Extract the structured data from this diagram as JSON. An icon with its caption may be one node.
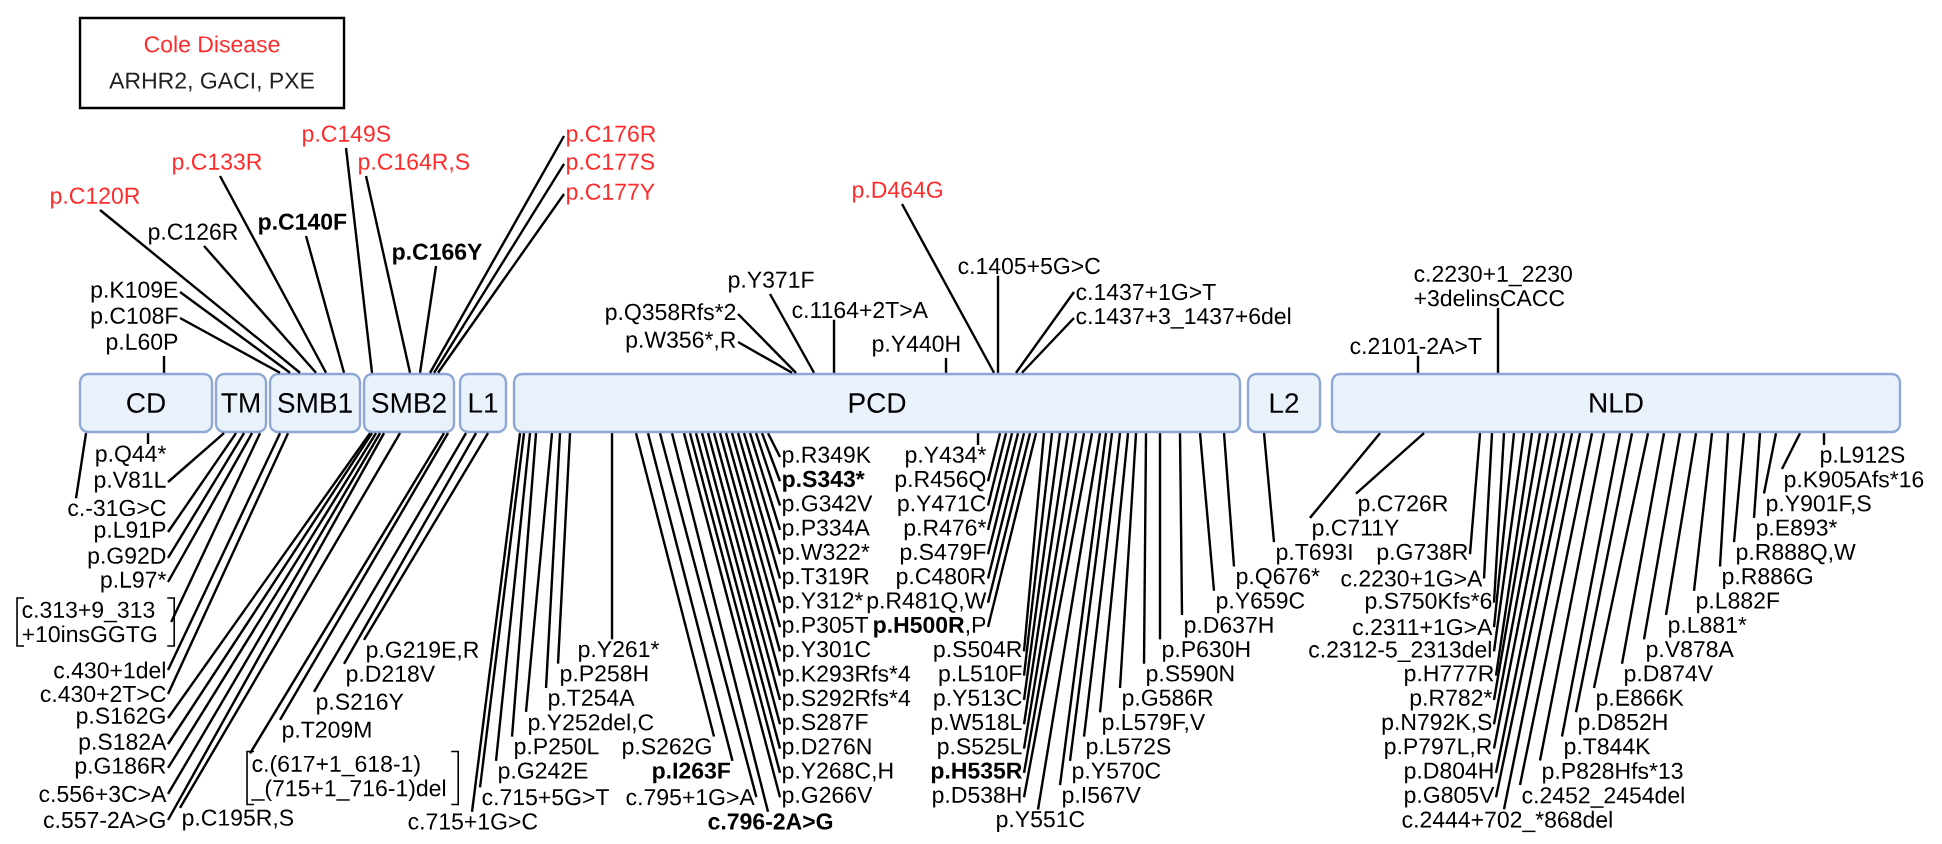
{
  "diagram": {
    "nodes": [
      {
        "text": [
          "CD"
        ]
      },
      {
        "text": [
          "TM"
        ]
      },
      {
        "text": [
          "SMB1"
        ]
      },
      {
        "text": [
          "SMB2"
        ]
      },
      {
        "text": [
          "L1"
        ]
      },
      {
        "text": [
          "PCD"
        ]
      },
      {
        "text": [
          "L2"
        ]
      },
      {
        "text": [
          "NLD"
        ]
      },
      {
        "text": [
          "p.C120R"
        ]
      },
      {
        "text": [
          "p.C133R"
        ]
      },
      {
        "text": [
          "p.C149S"
        ]
      },
      {
        "text": [
          "p.C164R,S"
        ]
      },
      {
        "text": [
          "p.C176R"
        ]
      },
      {
        "text": [
          "p.C177S"
        ]
      },
      {
        "text": [
          "p.C177Y"
        ]
      },
      {
        "text": [
          "p.C126R"
        ]
      },
      {
        "text": [
          "p.C140F"
        ]
      },
      {
        "text": [
          "p.C166Y"
        ]
      },
      {
        "text": [
          "p.K109E"
        ]
      },
      {
        "text": [
          "p.C108F"
        ]
      },
      {
        "text": [
          "p.L60P"
        ]
      },
      {
        "text": [
          "p.D464G"
        ]
      },
      {
        "text": [
          "p.Y371F"
        ]
      },
      {
        "text": [
          "c.1405+5G>C"
        ]
      },
      {
        "text": [
          "c.1437+1G>T"
        ]
      },
      {
        "text": [
          "p.Q358Rfs*2"
        ]
      },
      {
        "text": [
          "c.1164+2T>A"
        ]
      },
      {
        "text": [
          "c.1437+3_1437+6del"
        ]
      },
      {
        "text": [
          "c.2230+1_2230 +3delinsCACC"
        ]
      },
      {
        "text": [
          "p.W356*,R"
        ]
      },
      {
        "text": [
          "p.Y440H"
        ]
      },
      {
        "text": [
          "c.2101-2A>T"
        ]
      },
      {
        "text": [
          "p.Q44*"
        ]
      },
      {
        "text": [
          "p.V81L"
        ]
      },
      {
        "text": [
          "c.-31G>C"
        ]
      },
      {
        "text": [
          "p.L91P"
        ]
      },
      {
        "text": [
          "p.G92D"
        ]
      },
      {
        "text": [
          "p.L97*"
        ]
      },
      {
        "text": [
          "c.313+9_313 +10insGGTG"
        ]
      },
      {
        "text": [
          "c.430+1del"
        ]
      },
      {
        "text": [
          "c.430+2T>C"
        ]
      },
      {
        "text": [
          "p.S162G"
        ]
      },
      {
        "text": [
          "p.S182A"
        ]
      },
      {
        "text": [
          "p.G186R"
        ]
      },
      {
        "text": [
          "c.556+3C>A"
        ]
      },
      {
        "text": [
          "c.557-2A>G"
        ]
      },
      {
        "text": [
          "p.C195R,S"
        ]
      },
      {
        "text": [
          "p.T209M"
        ]
      },
      {
        "text": [
          "c.(617+1_618-1) _(715+1_716-1)del"
        ]
      },
      {
        "text": [
          "p.S216Y"
        ]
      },
      {
        "text": [
          "p.D218V"
        ]
      },
      {
        "text": [
          "p.G219E,R"
        ]
      },
      {
        "text": [
          "c.715+1G>C"
        ]
      },
      {
        "text": [
          "c.715+5G>T"
        ]
      },
      {
        "text": [
          "p.G242E"
        ]
      },
      {
        "text": [
          "p.P250L"
        ]
      },
      {
        "text": [
          "p.Y252del,C"
        ]
      },
      {
        "text": [
          "p.T254A"
        ]
      },
      {
        "text": [
          "p.P258H"
        ]
      },
      {
        "text": [
          "p.Y261*"
        ]
      },
      {
        "text": [
          "p.S262G"
        ]
      },
      {
        "text": [
          "p.I263F"
        ]
      },
      {
        "text": [
          "c.795+1G>A"
        ]
      },
      {
        "text": [
          "c.796-2A>G"
        ]
      },
      {
        "text": [
          "p.R349K"
        ]
      },
      {
        "text": [
          "p.S343*"
        ]
      },
      {
        "text": [
          "p.G342V"
        ]
      },
      {
        "text": [
          "p.P334A"
        ]
      },
      {
        "text": [
          "p.W322*"
        ]
      },
      {
        "text": [
          "p.T319R"
        ]
      },
      {
        "text": [
          "p.Y312*"
        ]
      },
      {
        "text": [
          "p.P305T"
        ]
      },
      {
        "text": [
          "p.Y301C"
        ]
      },
      {
        "text": [
          "p.K293Rfs*4"
        ]
      },
      {
        "text": [
          "p.S292Rfs*4"
        ]
      },
      {
        "text": [
          "p.S287F"
        ]
      },
      {
        "text": [
          "p.D276N"
        ]
      },
      {
        "text": [
          "p.Y268C,H"
        ]
      },
      {
        "text": [
          "p.G266V"
        ]
      },
      {
        "text": [
          "p.Y434*"
        ]
      },
      {
        "text": [
          "p.R456Q"
        ]
      },
      {
        "text": [
          "p.Y471C"
        ]
      },
      {
        "text": [
          "p.R476*"
        ]
      },
      {
        "text": [
          "p.S479F"
        ]
      },
      {
        "text": [
          "p.C480R"
        ]
      },
      {
        "text": [
          "p.R481Q,W"
        ]
      },
      {
        "text": [
          "**p.H500R**,P"
        ]
      },
      {
        "text": [
          "p.S504R"
        ]
      },
      {
        "text": [
          "p.L510F"
        ]
      },
      {
        "text": [
          "p.Y513C"
        ]
      },
      {
        "text": [
          "p.W518L"
        ]
      },
      {
        "text": [
          "p.S525L"
        ]
      },
      {
        "text": [
          "p.H535R"
        ]
      },
      {
        "text": [
          "p.D538H"
        ]
      },
      {
        "text": [
          "p.Y551C"
        ]
      },
      {
        "text": [
          "p.I567V"
        ]
      },
      {
        "text": [
          "p.Y570C"
        ]
      },
      {
        "text": [
          "p.L572S"
        ]
      },
      {
        "text": [
          "p.L579F,V"
        ]
      },
      {
        "text": [
          "p.G586R"
        ]
      },
      {
        "text": [
          "p.S590N"
        ]
      },
      {
        "text": [
          "p.P630H"
        ]
      },
      {
        "text": [
          "p.D637H"
        ]
      },
      {
        "text": [
          "p.Y659C"
        ]
      },
      {
        "text": [
          "p.Q676*"
        ]
      },
      {
        "text": [
          "p.T693I"
        ]
      },
      {
        "text": [
          "p.C711Y"
        ]
      },
      {
        "text": [
          "p.C726R"
        ]
      },
      {
        "text": [
          "p.G738R"
        ]
      },
      {
        "text": [
          "c.2230+1G>A"
        ]
      },
      {
        "text": [
          "p.S750Kfs*6"
        ]
      },
      {
        "text": [
          "c.2311+1G>A"
        ]
      },
      {
        "text": [
          "c.2312-5_2313del"
        ]
      },
      {
        "text": [
          "p.H777R"
        ]
      },
      {
        "text": [
          "p.R782*"
        ]
      },
      {
        "text": [
          "p.N792K,S"
        ]
      },
      {
        "text": [
          "p.P797L,R"
        ]
      },
      {
        "text": [
          "p.D804H"
        ]
      },
      {
        "text": [
          "p.G805V"
        ]
      },
      {
        "text": [
          "c.2444+702_*868del"
        ]
      },
      {
        "text": [
          "c.2452_2454del"
        ]
      },
      {
        "text": [
          "p.P828Hfs*13"
        ]
      },
      {
        "text": [
          "p.T844K"
        ]
      },
      {
        "text": [
          "p.D852H"
        ]
      },
      {
        "text": [
          "p.E866K"
        ]
      },
      {
        "text": [
          "p.D874V"
        ]
      },
      {
        "text": [
          "p.V878A"
        ]
      },
      {
        "text": [
          "p.L881*"
        ]
      },
      {
        "text": [
          "p.L882F"
        ]
      },
      {
        "text": [
          "p.R886G"
        ]
      },
      {
        "text": [
          "p.R888Q,W"
        ]
      },
      {
        "text": [
          "p.E893*"
        ]
      },
      {
        "text": [
          "p.Y901F,S"
        ]
      },
      {
        "text": [
          "p.K905Afs*16"
        ]
      },
      {
        "text": [
          "p.L912S"
        ]
      }
    ],
    "edges": [
      {
        "from": 8,
        "to": 2,
        "arrow": "none"
      },
      {
        "from": 9,
        "to": 2,
        "arrow": "none"
      },
      {
        "from": 10,
        "to": 3,
        "arrow": "none"
      },
      {
        "from": 11,
        "to": 3,
        "arrow": "none"
      },
      {
        "from": 12,
        "to": 3,
        "arrow": "none"
      },
      {
        "from": 13,
        "to": 3,
        "arrow": "none"
      },
      {
        "from": 14,
        "to": 3,
        "arrow": "none"
      },
      {
        "from": 15,
        "to": 2,
        "arrow": "none"
      },
      {
        "from": 16,
        "to": 2,
        "arrow": "none"
      },
      {
        "from": 17,
        "to": 3,
        "arrow": "none"
      },
      {
        "from": 18,
        "to": 2,
        "arrow": "none"
      },
      {
        "from": 19,
        "to": 2,
        "arrow": "none"
      },
      {
        "from": 20,
        "to": 0,
        "arrow": "none"
      },
      {
        "from": 21,
        "to": 5,
        "arrow": "none"
      },
      {
        "from": 22,
        "to": 5,
        "arrow": "none"
      },
      {
        "from": 23,
        "to": 5,
        "arrow": "none"
      },
      {
        "from": 24,
        "to": 5,
        "arrow": "none"
      },
      {
        "from": 25,
        "to": 5,
        "arrow": "none"
      },
      {
        "from": 26,
        "to": 5,
        "arrow": "none"
      },
      {
        "from": 27,
        "to": 5,
        "arrow": "none"
      },
      {
        "from": 28,
        "to": 7,
        "arrow": "none"
      },
      {
        "from": 29,
        "to": 5,
        "arrow": "none"
      },
      {
        "from": 30,
        "to": 5,
        "arrow": "none"
      },
      {
        "from": 31,
        "to": 7,
        "arrow": "none"
      },
      {
        "from": 32,
        "to": 0,
        "arrow": "none"
      },
      {
        "from": 33,
        "to": 1,
        "arrow": "none"
      },
      {
        "from": 34,
        "to": 0,
        "arrow": "none"
      },
      {
        "from": 35,
        "to": 1,
        "arrow": "none"
      },
      {
        "from": 36,
        "to": 1,
        "arrow": "none"
      },
      {
        "from": 37,
        "to": 1,
        "arrow": "none"
      },
      {
        "from": 38,
        "to": 1,
        "arrow": "none"
      },
      {
        "from": 39,
        "to": 2,
        "arrow": "none"
      },
      {
        "from": 40,
        "to": 2,
        "arrow": "none"
      },
      {
        "from": 41,
        "to": 3,
        "arrow": "none"
      },
      {
        "from": 42,
        "to": 3,
        "arrow": "none"
      },
      {
        "from": 43,
        "to": 3,
        "arrow": "none"
      },
      {
        "from": 44,
        "to": 3,
        "arrow": "none"
      },
      {
        "from": 45,
        "to": 3,
        "arrow": "none"
      },
      {
        "from": 46,
        "to": 3,
        "arrow": "none"
      },
      {
        "from": 47,
        "to": 3,
        "arrow": "none"
      },
      {
        "from": 48,
        "to": 3,
        "arrow": "none"
      },
      {
        "from": 49,
        "to": 4,
        "arrow": "none"
      },
      {
        "from": 50,
        "to": 4,
        "arrow": "none"
      },
      {
        "from": 51,
        "to": 4,
        "arrow": "none"
      },
      {
        "from": 52,
        "to": 5,
        "arrow": "none"
      },
      {
        "from": 53,
        "to": 5,
        "arrow": "none"
      },
      {
        "from": 54,
        "to": 5,
        "arrow": "none"
      },
      {
        "from": 55,
        "to": 5,
        "arrow": "none"
      },
      {
        "from": 56,
        "to": 5,
        "arrow": "none"
      },
      {
        "from": 57,
        "to": 5,
        "arrow": "none"
      },
      {
        "from": 58,
        "to": 5,
        "arrow": "none"
      },
      {
        "from": 59,
        "to": 5,
        "arrow": "none"
      },
      {
        "from": 60,
        "to": 5,
        "arrow": "none"
      },
      {
        "from": 61,
        "to": 5,
        "arrow": "none"
      },
      {
        "from": 62,
        "to": 5,
        "arrow": "none"
      },
      {
        "from": 63,
        "to": 5,
        "arrow": "none"
      },
      {
        "from": 64,
        "to": 5,
        "arrow": "none"
      },
      {
        "from": 65,
        "to": 5,
        "arrow": "none"
      },
      {
        "from": 66,
        "to": 5,
        "arrow": "none"
      },
      {
        "from": 67,
        "to": 5,
        "arrow": "none"
      },
      {
        "from": 68,
        "to": 5,
        "arrow": "none"
      },
      {
        "from": 69,
        "to": 5,
        "arrow": "none"
      },
      {
        "from": 70,
        "to": 5,
        "arrow": "none"
      },
      {
        "from": 71,
        "to": 5,
        "arrow": "none"
      },
      {
        "from": 72,
        "to": 5,
        "arrow": "none"
      },
      {
        "from": 73,
        "to": 5,
        "arrow": "none"
      },
      {
        "from": 74,
        "to": 5,
        "arrow": "none"
      },
      {
        "from": 75,
        "to": 5,
        "arrow": "none"
      },
      {
        "from": 76,
        "to": 5,
        "arrow": "none"
      },
      {
        "from": 77,
        "to": 5,
        "arrow": "none"
      },
      {
        "from": 78,
        "to": 5,
        "arrow": "none"
      },
      {
        "from": 79,
        "to": 5,
        "arrow": "none"
      },
      {
        "from": 80,
        "to": 5,
        "arrow": "none"
      },
      {
        "from": 81,
        "to": 5,
        "arrow": "none"
      },
      {
        "from": 82,
        "to": 5,
        "arrow": "none"
      },
      {
        "from": 83,
        "to": 5,
        "arrow": "none"
      },
      {
        "from": 84,
        "to": 5,
        "arrow": "none"
      },
      {
        "from": 85,
        "to": 5,
        "arrow": "none"
      },
      {
        "from": 86,
        "to": 5,
        "arrow": "none"
      },
      {
        "from": 87,
        "to": 5,
        "arrow": "none"
      },
      {
        "from": 88,
        "to": 5,
        "arrow": "none"
      },
      {
        "from": 89,
        "to": 5,
        "arrow": "none"
      },
      {
        "from": 90,
        "to": 5,
        "arrow": "none"
      },
      {
        "from": 91,
        "to": 5,
        "arrow": "none"
      },
      {
        "from": 92,
        "to": 5,
        "arrow": "none"
      },
      {
        "from": 93,
        "to": 5,
        "arrow": "none"
      },
      {
        "from": 94,
        "to": 5,
        "arrow": "none"
      },
      {
        "from": 95,
        "to": 5,
        "arrow": "none"
      },
      {
        "from": 96,
        "to": 5,
        "arrow": "none"
      },
      {
        "from": 97,
        "to": 5,
        "arrow": "none"
      },
      {
        "from": 98,
        "to": 5,
        "arrow": "none"
      },
      {
        "from": 99,
        "to": 5,
        "arrow": "none"
      },
      {
        "from": 100,
        "to": 5,
        "arrow": "none"
      },
      {
        "from": 101,
        "to": 5,
        "arrow": "none"
      },
      {
        "from": 102,
        "to": 5,
        "arrow": "none"
      },
      {
        "from": 103,
        "to": 5,
        "arrow": "none"
      },
      {
        "from": 104,
        "to": 5,
        "arrow": "none"
      },
      {
        "from": 105,
        "to": 6,
        "arrow": "none"
      },
      {
        "from": 106,
        "to": 7,
        "arrow": "none"
      },
      {
        "from": 107,
        "to": 7,
        "arrow": "none"
      },
      {
        "from": 108,
        "to": 7,
        "arrow": "none"
      },
      {
        "from": 109,
        "to": 7,
        "arrow": "none"
      },
      {
        "from": 110,
        "to": 7,
        "arrow": "none"
      },
      {
        "from": 111,
        "to": 7,
        "arrow": "none"
      },
      {
        "from": 112,
        "to": 7,
        "arrow": "none"
      },
      {
        "from": 113,
        "to": 7,
        "arrow": "none"
      },
      {
        "from": 114,
        "to": 7,
        "arrow": "none"
      },
      {
        "from": 115,
        "to": 7,
        "arrow": "none"
      },
      {
        "from": 116,
        "to": 7,
        "arrow": "none"
      },
      {
        "from": 117,
        "to": 7,
        "arrow": "none"
      },
      {
        "from": 118,
        "to": 7,
        "arrow": "none"
      },
      {
        "from": 119,
        "to": 7,
        "arrow": "none"
      },
      {
        "from": 120,
        "to": 7,
        "arrow": "none"
      },
      {
        "from": 121,
        "to": 7,
        "arrow": "none"
      },
      {
        "from": 122,
        "to": 7,
        "arrow": "none"
      },
      {
        "from": 123,
        "to": 7,
        "arrow": "none"
      },
      {
        "from": 124,
        "to": 7,
        "arrow": "none"
      },
      {
        "from": 125,
        "to": 7,
        "arrow": "none"
      },
      {
        "from": 126,
        "to": 7,
        "arrow": "none"
      },
      {
        "from": 127,
        "to": 7,
        "arrow": "none"
      },
      {
        "from": 128,
        "to": 7,
        "arrow": "none"
      },
      {
        "from": 129,
        "to": 7,
        "arrow": "none"
      },
      {
        "from": 130,
        "to": 7,
        "arrow": "none"
      },
      {
        "from": 131,
        "to": 7,
        "arrow": "none"
      },
      {
        "from": 132,
        "to": 7,
        "arrow": "none"
      },
      {
        "from": 133,
        "to": 7,
        "arrow": "none"
      },
      {
        "from": 134,
        "to": 7,
        "arrow": "none"
      }
    ],
    "legend": [
      {
        "text": "Cole Disease",
        "color": "#ff2b2b"
      },
      {
        "text": "ARHR2, GACI, PXE",
        "color": "#222222"
      }
    ]
  }
}
